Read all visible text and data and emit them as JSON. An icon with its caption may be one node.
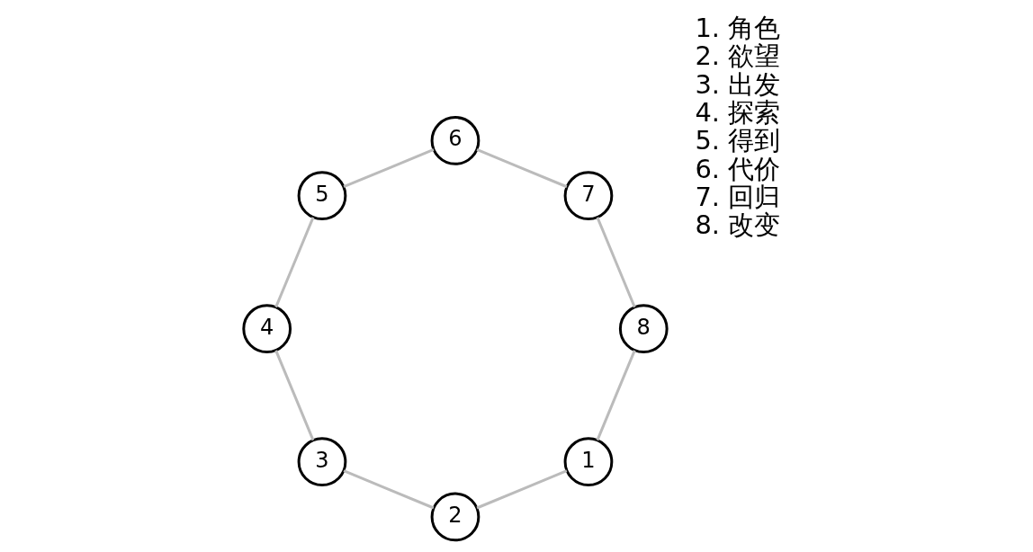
{
  "diagram": {
    "nodes": [
      {
        "text": [
          "1"
        ]
      },
      {
        "text": [
          "2"
        ]
      },
      {
        "text": [
          "3"
        ]
      },
      {
        "text": [
          "4"
        ]
      },
      {
        "text": [
          "5"
        ]
      },
      {
        "text": [
          "6"
        ]
      },
      {
        "text": [
          "7"
        ]
      },
      {
        "text": [
          "8"
        ]
      }
    ],
    "edges": [
      {
        "from": 0,
        "to": 1,
        "arrow": "none"
      },
      {
        "from": 1,
        "to": 2,
        "arrow": "none"
      },
      {
        "from": 2,
        "to": 3,
        "arrow": "none"
      },
      {
        "from": 3,
        "to": 4,
        "arrow": "none"
      },
      {
        "from": 4,
        "to": 5,
        "arrow": "none"
      },
      {
        "from": 5,
        "to": 6,
        "arrow": "none"
      },
      {
        "from": 6,
        "to": 7,
        "arrow": "none"
      },
      {
        "from": 7,
        "to": 0,
        "arrow": "none"
      }
    ],
    "labels": [
      "1. 角色",
      "2. 欲望",
      "3. 出发",
      "4. 探索",
      "5. 得到",
      "6. 代价",
      "7. 回归",
      "8. 改变"
    ]
  }
}
